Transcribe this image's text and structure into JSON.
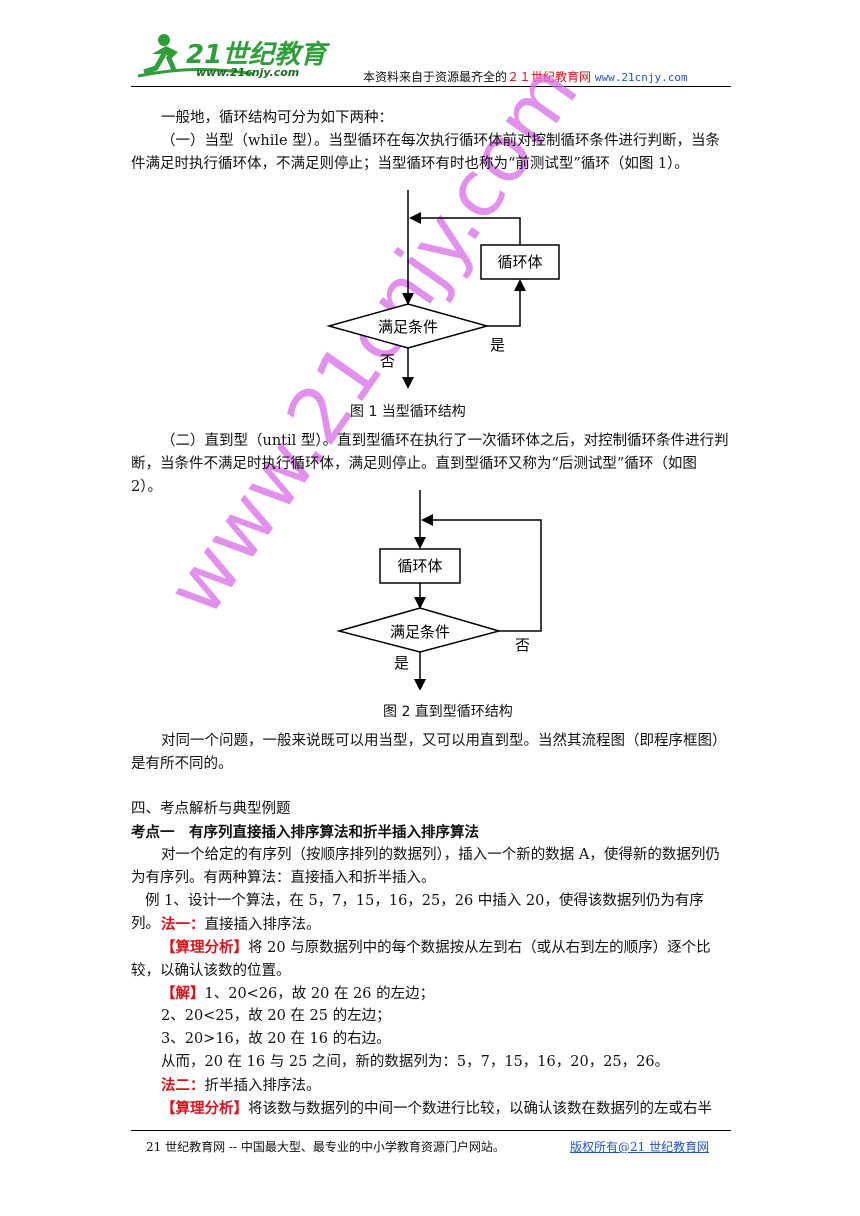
{
  "header": {
    "logo_text": "21世纪教育",
    "logo_url_text": "www.21cnjy.com",
    "source_prefix": "本资料来自于资源最齐全的",
    "source_site": "２１世纪教育网",
    "source_url": "www.21cnjy.com"
  },
  "watermark": "www.21cnjy.com",
  "body": {
    "intro": "一般地，循环结构可分为如下两种：",
    "type1": "（一）当型（while 型）。当型循环在每次执行循环体前对控制循环条件进行判断，当条件满足时执行循环体，不满足则停止；当型循环有时也称为“前测试型”循环（如图 1）。",
    "fig1": {
      "box": "循环体",
      "cond": "满足条件",
      "yes": "是",
      "no": "否",
      "caption": "图 1 当型循环结构"
    },
    "type2": "（二）直到型（until 型）。直到型循环在执行了一次循环体之后，对控制循环条件进行判断，当条件不满足时执行循环体，满足则停止。直到型循环又称为“后测试型”循环（如图 2）。",
    "fig2": {
      "box": "循环体",
      "cond": "满足条件",
      "yes": "是",
      "no": "否",
      "caption": "图 2 直到型循环结构"
    },
    "compare": "对同一个问题，一般来说既可以用当型，又可以用直到型。当然其流程图（即程序框图）是有所不同的。",
    "section4": "四、考点解析与典型例题",
    "kp1": "考点一　有序列直接插入排序算法和折半插入排序算法",
    "kp1_desc": "对一个给定的有序列（按顺序排列的数据列），插入一个新的数据 A，使得新的数据列仍为有序列。有两种算法：直接插入和折半插入。",
    "ex1": "例 1、设计一个算法，在 5，7，15，16，25，26 中插入 20，使得该数据列仍为有序列。",
    "m1_label": "法一：",
    "m1_text": "直接插入排序法。",
    "analysis_label": "【算理分析】",
    "analysis1": "将 20 与原数据列中的每个数据按从左到右（或从右到左的顺序）逐个比较，以确认该数的位置。",
    "sol_label": "【解】",
    "sol1": "1、20<26，故 20 在 26 的左边；",
    "sol2": "2、20<25，故 20 在 25 的左边；",
    "sol3": "3、20>16，故 20 在 16 的右边。",
    "conclusion": "从而，20 在 16 与 25 之间，新的数据列为：5，7，15，16，20，25，26。",
    "m2_label": "法二：",
    "m2_text": "折半插入排序法。",
    "analysis2": "将该数与数据列的中间一个数进行比较，以确认该数在数据列的左或右半"
  },
  "footer": {
    "left": "21 世纪教育网 -- 中国最大型、最专业的中小学教育资源门户网站。",
    "right": "版权所有@21 世纪教育网"
  }
}
